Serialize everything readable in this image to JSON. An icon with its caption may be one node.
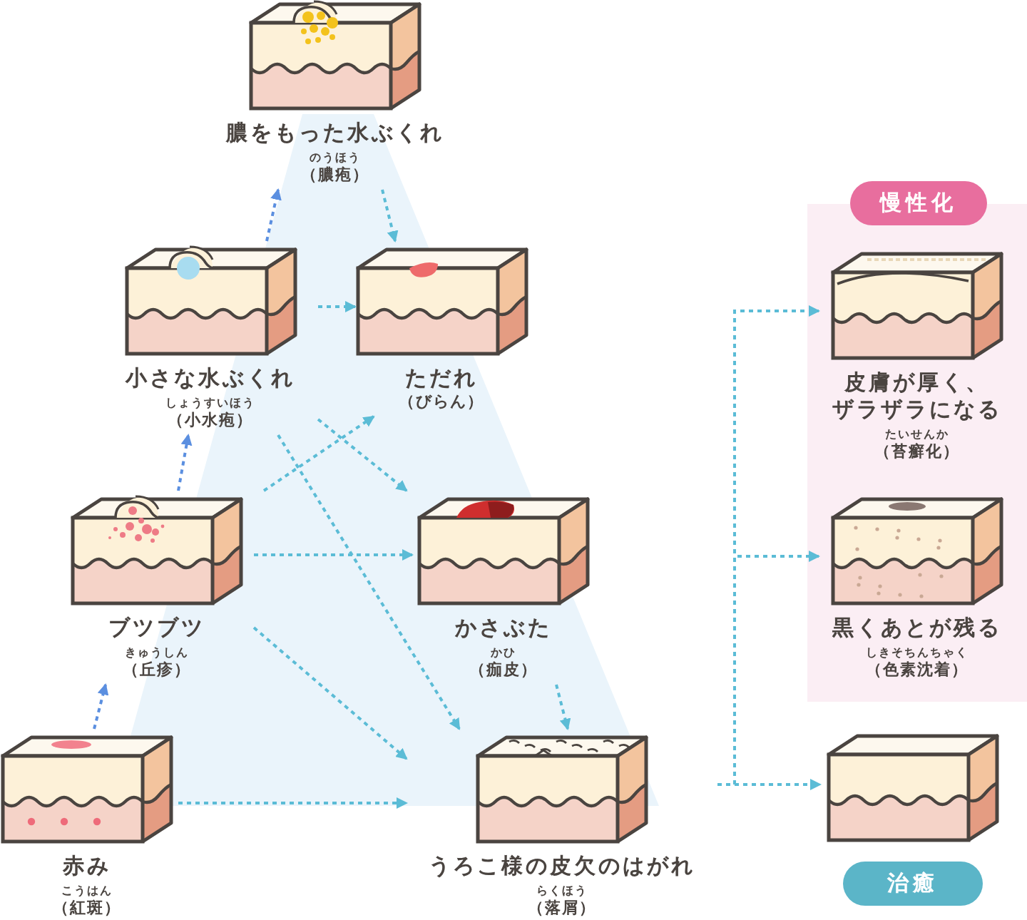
{
  "diagram": {
    "nodes": [
      {
        "text": [
          "膿をもった水ぶくれ",
          "のうほう",
          "（膿疱）"
        ]
      },
      {
        "text": [
          "小さな水ぶくれ",
          "しょうすいほう",
          "（小水疱）"
        ]
      },
      {
        "text": [
          "ただれ",
          "（びらん）"
        ]
      },
      {
        "text": [
          "ブツブツ",
          "きゅうしん",
          "（丘疹）"
        ]
      },
      {
        "text": [
          "かさぶた",
          "かひ",
          "（痂皮）"
        ]
      },
      {
        "text": [
          "赤み",
          "こうはん",
          "（紅斑）"
        ]
      },
      {
        "text": [
          "うろこ様の皮欠のはがれ",
          "らくほう",
          "（落屑）"
        ]
      },
      {
        "text": [
          "慢性化"
        ]
      },
      {
        "text": [
          "皮膚が厚く、ザラザラになる",
          "たいせんか",
          "（苔癬化）"
        ],
        "in": 7
      },
      {
        "text": [
          "黒くあとが残る",
          "しきそちんちゃく",
          "（色素沈着）"
        ],
        "in": 7
      },
      {
        "text": [
          "治癒"
        ]
      }
    ],
    "edges": [
      {
        "from": 5,
        "to": 3,
        "arrow": "to",
        "style": "dashed",
        "color": "#5b8fe0"
      },
      {
        "from": 3,
        "to": 1,
        "arrow": "to",
        "style": "dashed",
        "color": "#5b8fe0"
      },
      {
        "from": 1,
        "to": 0,
        "arrow": "to",
        "style": "dashed",
        "color": "#5b8fe0"
      },
      {
        "from": 0,
        "to": 2,
        "arrow": "to",
        "style": "dashed"
      },
      {
        "from": 1,
        "to": 2,
        "arrow": "to",
        "style": "dashed"
      },
      {
        "from": 1,
        "to": 4,
        "arrow": "to",
        "style": "dashed"
      },
      {
        "from": 1,
        "to": 6,
        "arrow": "to",
        "style": "dashed"
      },
      {
        "from": 3,
        "to": 2,
        "arrow": "to",
        "style": "dashed"
      },
      {
        "from": 3,
        "to": 4,
        "arrow": "to",
        "style": "dashed"
      },
      {
        "from": 3,
        "to": 6,
        "arrow": "to",
        "style": "dashed"
      },
      {
        "from": 5,
        "to": 6,
        "arrow": "to",
        "style": "dashed"
      },
      {
        "from": 4,
        "to": 6,
        "arrow": "to",
        "style": "dashed"
      },
      {
        "from": 6,
        "to": 8,
        "arrow": "to",
        "style": "dashed"
      },
      {
        "from": 6,
        "to": 9,
        "arrow": "to",
        "style": "dashed"
      },
      {
        "from": 6,
        "to": 10,
        "arrow": "to",
        "style": "dashed"
      }
    ]
  }
}
